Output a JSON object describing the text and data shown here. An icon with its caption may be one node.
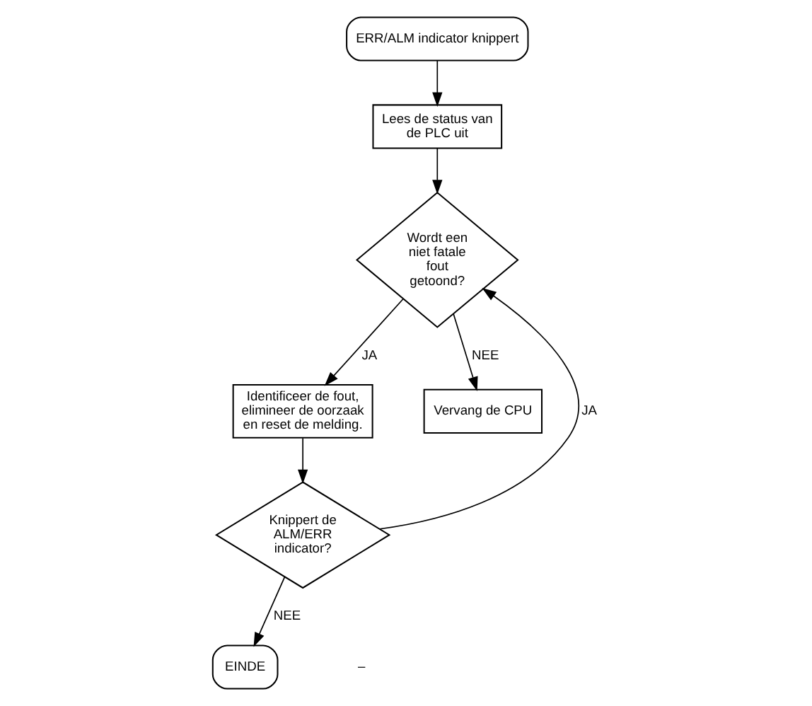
{
  "diagram": {
    "nodes": [
      {
        "text": [
          "ERR/ALM indicator knippert"
        ]
      },
      {
        "text": [
          "Lees de status van de PLC uit"
        ]
      },
      {
        "text": [
          "Wordt een niet fatale fout getoond?"
        ]
      },
      {
        "text": [
          "Identificeer de fout, elimineer de oorzaak en reset de melding."
        ]
      },
      {
        "text": [
          "Vervang de CPU"
        ]
      },
      {
        "text": [
          "Knippert de ALM/ERR indicator?"
        ]
      },
      {
        "text": [
          "EINDE"
        ]
      }
    ],
    "edges": [
      {
        "from": 0,
        "to": 1,
        "arrow": "to"
      },
      {
        "from": 1,
        "to": 2,
        "arrow": "to"
      },
      {
        "from": 2,
        "to": 3,
        "arrow": "to",
        "label": "JA"
      },
      {
        "from": 2,
        "to": 4,
        "arrow": "to",
        "label": "NEE"
      },
      {
        "from": 3,
        "to": 5,
        "arrow": "to"
      },
      {
        "from": 5,
        "to": 6,
        "arrow": "to",
        "label": "NEE"
      },
      {
        "from": 5,
        "to": 2,
        "arrow": "to",
        "label": "JA"
      }
    ],
    "labels": [
      "–"
    ]
  }
}
